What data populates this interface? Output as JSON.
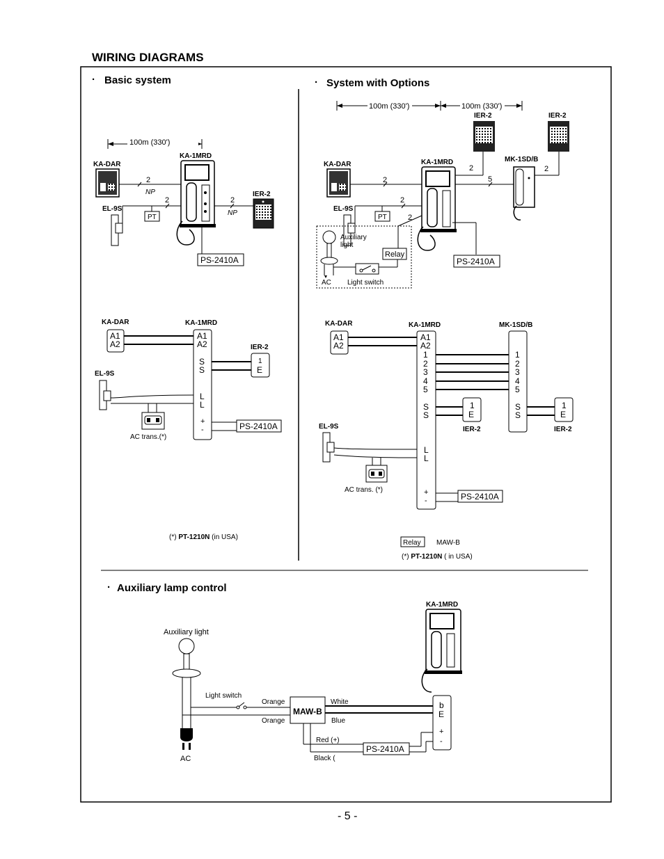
{
  "page": {
    "title": "WIRING DIAGRAMS",
    "page_number": "- 5 -"
  },
  "sections": {
    "basic": "Basic system",
    "options": "System with Options",
    "lamp": "Auxiliary lamp control",
    "bullet": "·"
  },
  "basic_top": {
    "distance": "100m (330')",
    "ka_dar": "KA-DAR",
    "ka_1mrd": "KA-1MRD",
    "el_9s": "EL-9S",
    "ier_2": "IER-2",
    "wire_2a": "2",
    "np_a": "NP",
    "wire_2b": "2",
    "wire_2c": "2",
    "np_b": "NP",
    "pt": "PT",
    "ps": "PS-2410A"
  },
  "options_top": {
    "distance_1": "100m (330')",
    "distance_2": "100m (330')",
    "ier_2a": "IER-2",
    "ier_2b": "IER-2",
    "ka_dar": "KA-DAR",
    "ka_1mrd": "KA-1MRD",
    "mk": "MK-1SD/B",
    "el_9s": "EL-9S",
    "w1": "2",
    "w2": "2",
    "w3": "2",
    "w4": "2",
    "w5": "5",
    "w6": "2",
    "pt": "PT",
    "aux_light": "Auxiliary",
    "aux_light2": "light",
    "relay": "Relay",
    "ac": "AC",
    "light_switch": "Light switch",
    "ps": "PS-2410A"
  },
  "basic_bottom": {
    "ka_dar": "KA-DAR",
    "ka_1mrd": "KA-1MRD",
    "ier_2": "IER-2",
    "el_9s": "EL-9S",
    "a1": "A1",
    "a2": "A2",
    "a1r": "A1",
    "a2r": "A2",
    "s1": "S",
    "s2": "S",
    "l1": "L",
    "l2": "L",
    "plus": "+",
    "minus": "-",
    "ier_1": "1",
    "ier_e": "E",
    "ps": "PS-2410A",
    "ac_trans": "AC trans.(*)",
    "footnote_pre": "(*) ",
    "footnote_bold": "PT-1210N",
    "footnote_post": " (in USA)"
  },
  "options_bottom": {
    "ka_dar": "KA-DAR",
    "ka_1mrd": "KA-1MRD",
    "mk": "MK-1SD/B",
    "el_9s": "EL-9S",
    "a1": "A1",
    "a2": "A2",
    "a1r": "A1",
    "a2r": "A2",
    "n1": "1",
    "n2": "2",
    "n3": "3",
    "n4": "4",
    "n5": "5",
    "m1": "1",
    "m2": "2",
    "m3": "3",
    "m4": "4",
    "m5": "5",
    "s1": "S",
    "s2": "S",
    "ms1": "S",
    "ms2": "S",
    "l1": "L",
    "l2": "L",
    "plus": "+",
    "minus": "-",
    "ier_a_1": "1",
    "ier_a_e": "E",
    "ier_a": "IER-2",
    "ier_b_1": "1",
    "ier_b_e": "E",
    "ier_b": "IER-2",
    "ps": "PS-2410A",
    "ac_trans": "AC trans. (*)",
    "relay": "Relay",
    "maw": "MAW-B",
    "footnote_pre": "(*) ",
    "footnote_bold": "PT-1210N",
    "footnote_post": " ( in USA)"
  },
  "lamp": {
    "ka_1mrd": "KA-1MRD",
    "aux_light": "Auxiliary light",
    "light_switch": "Light switch",
    "orange1": "Orange",
    "orange2": "Orange",
    "maw": "MAW-B",
    "white": "White",
    "blue": "Blue",
    "red": "Red (+)",
    "black": "Black (",
    "ps": "PS-2410A",
    "ac": "AC",
    "b": "b",
    "e": "E",
    "plus": "+",
    "minus": "-"
  }
}
